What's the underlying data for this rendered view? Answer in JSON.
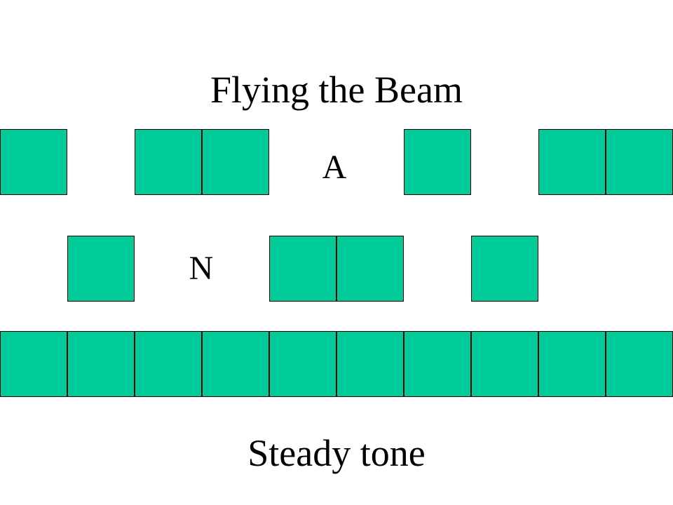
{
  "slide": {
    "title": "Flying the Beam",
    "caption": "Steady tone"
  },
  "signals": {
    "a": {
      "letter": "A",
      "pattern": [
        1,
        0,
        1,
        1,
        0,
        0,
        1,
        0,
        1,
        1
      ]
    },
    "n": {
      "letter": "N",
      "pattern": [
        0,
        1,
        0,
        0,
        1,
        1,
        0,
        1,
        0,
        0
      ]
    },
    "steady": {
      "pattern": [
        1,
        1,
        1,
        1,
        1,
        1,
        1,
        1,
        1,
        1
      ]
    }
  },
  "colors": {
    "block_fill": "#00cc99",
    "block_border": "#000000",
    "background": "#ffffff"
  }
}
